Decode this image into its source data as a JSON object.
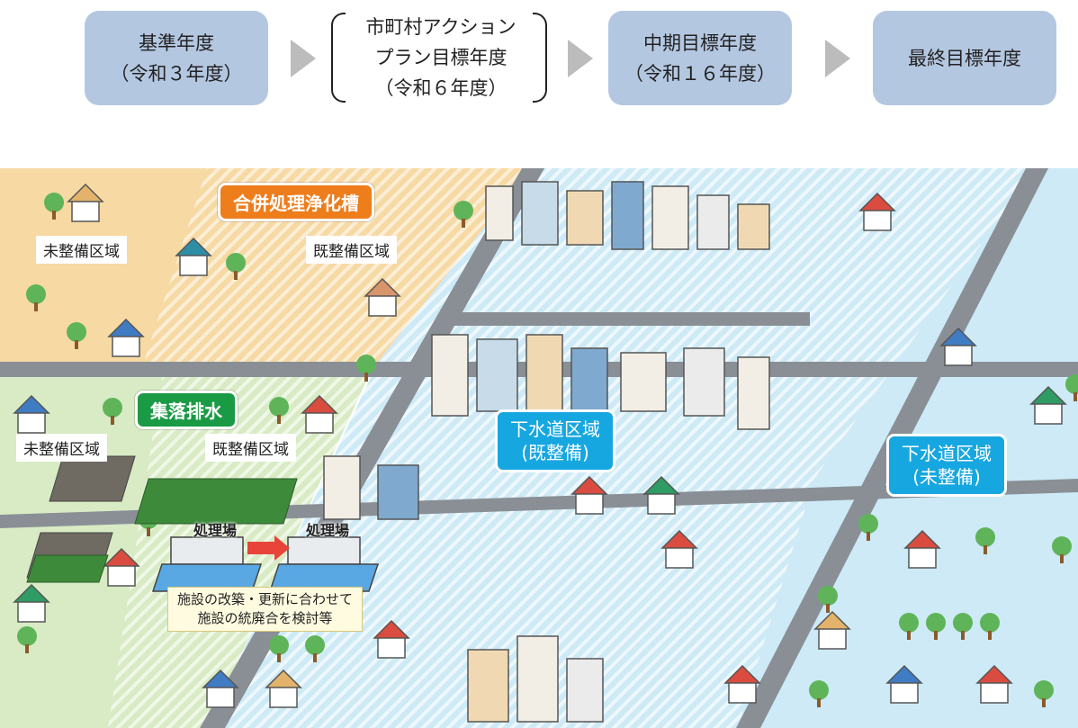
{
  "timeline": {
    "steps": [
      {
        "line1": "基準年度",
        "line2": "（令和３年度）"
      },
      {
        "line1": "市町村アクション",
        "line2": "プラン目標年度",
        "line3": "（令和６年度）"
      },
      {
        "line1": "中期目標年度",
        "line2": "（令和１６年度）"
      },
      {
        "line1": "最終目標年度"
      }
    ]
  },
  "map": {
    "septic_title": "合併処理浄化槽",
    "septic_undeveloped": "未整備区域",
    "septic_developed": "既整備区域",
    "village_title": "集落排水",
    "village_undeveloped": "未整備区域",
    "village_developed": "既整備区域",
    "sewer_developed_line1": "下水道区域",
    "sewer_developed_line2": "(既整備)",
    "sewer_undeveloped_line1": "下水道区域",
    "sewer_undeveloped_line2": "(未整備)",
    "plant_old": "処理場",
    "plant_new": "処理場",
    "note_line1": "施設の改築・更新に合わせて",
    "note_line2": "施設の統廃合を検討等"
  },
  "colors": {
    "step_box": "#b4c7e1",
    "arrow": "#bcbcbc",
    "septic_zone": "#f7d9a3",
    "village_zone": "#d8ebc4",
    "sewer_zone": "#cdeaf6",
    "road": "#8a8f96",
    "orange_label": "#ee7d1c",
    "green_label": "#1b9a45",
    "blue_label": "#17a7e0"
  }
}
